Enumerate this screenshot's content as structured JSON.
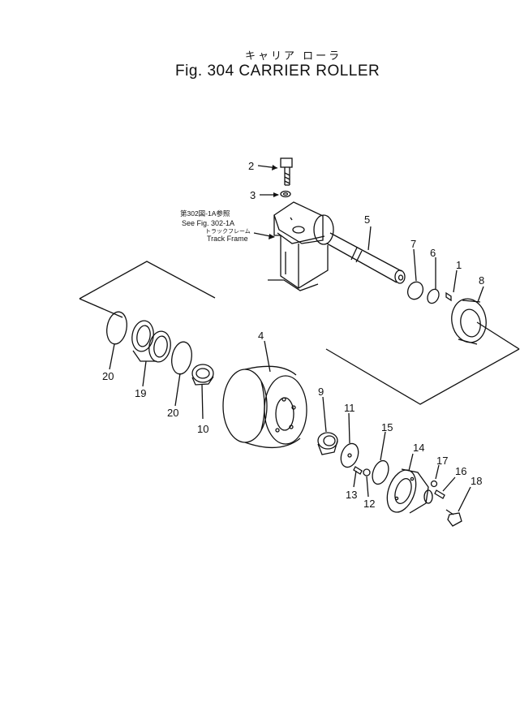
{
  "header": {
    "title_jp": "キャリア ローラ",
    "title": "Fig. 304  CARRIER ROLLER"
  },
  "reference_note": {
    "line1": "第302図-1A参照",
    "line2": "See Fig. 302-1A",
    "line3": "トラックフレーム",
    "line4": "Track Frame"
  },
  "callouts": {
    "n1": "1",
    "n2": "2",
    "n3": "3",
    "n4": "4",
    "n5": "5",
    "n6": "6",
    "n7": "7",
    "n8": "8",
    "n9": "9",
    "n10": "10",
    "n11": "11",
    "n12": "12",
    "n13": "13",
    "n14": "14",
    "n15": "15",
    "n16": "16",
    "n17": "17",
    "n18": "18",
    "n19": "19",
    "n20a": "20",
    "n20b": "20"
  }
}
